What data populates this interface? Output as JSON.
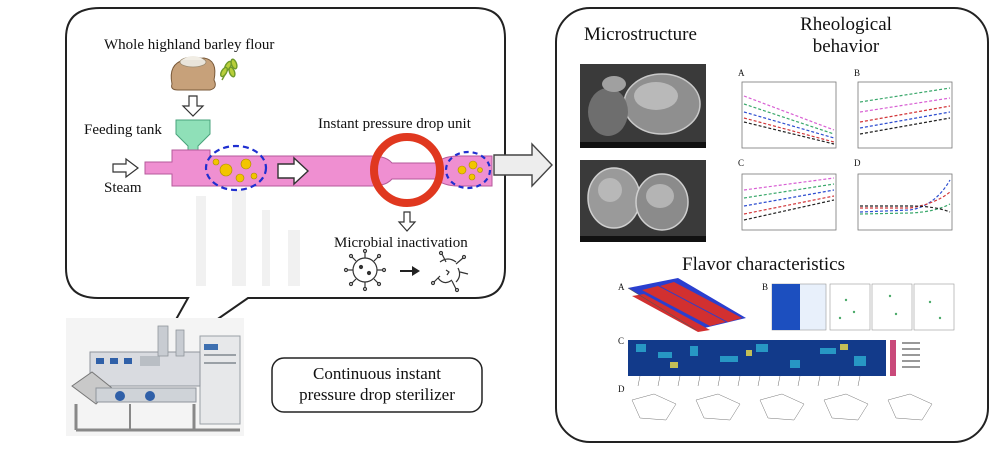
{
  "left_panel": {
    "flour_label": "Whole highland barley flour",
    "feeding_tank_label": "Feeding tank",
    "steam_label": "Steam",
    "ipd_unit_label": "Instant pressure drop unit",
    "microbial_label": "Microbial inactivation",
    "sterilizer_label_line1": "Continuous instant",
    "sterilizer_label_line2": "pressure drop sterilizer"
  },
  "right_panel": {
    "microstructure_title": "Microstructure",
    "rheology_title_line1": "Rheological",
    "rheology_title_line2": "behavior",
    "flavor_title": "Flavor characteristics",
    "rheo_panel_letters": [
      "A",
      "B",
      "C",
      "D"
    ],
    "flavor_panel_letters": [
      "A",
      "B",
      "C",
      "D"
    ]
  },
  "colors": {
    "pipe_pink": "#ef8fd1",
    "tank_green": "#8fe0b8",
    "ring_red": "#e0381f",
    "circle_blue": "#1f2fd0",
    "droplet_yellow": "#f2c500",
    "panel_border": "#222222"
  }
}
